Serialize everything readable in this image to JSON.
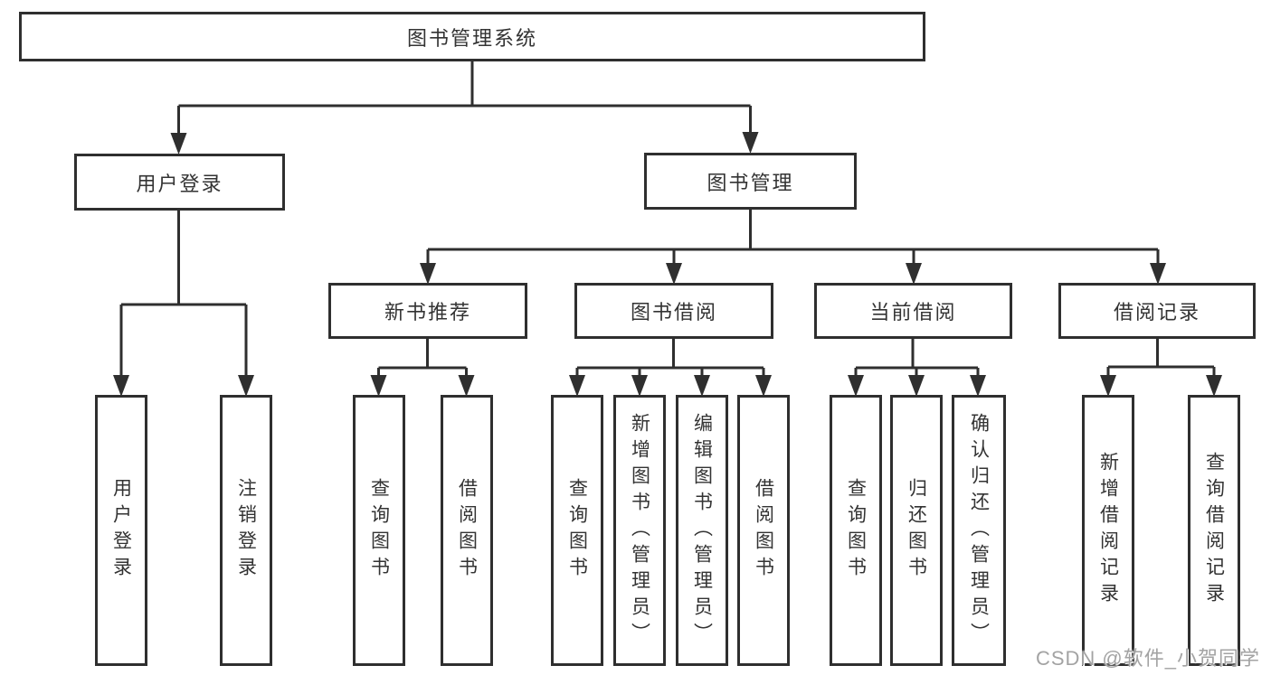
{
  "tree": {
    "root": {
      "label": "图书管理系统"
    },
    "branches": [
      {
        "label": "用户登录",
        "children": [
          {
            "label": "用户登录"
          },
          {
            "label": "注销登录"
          }
        ]
      },
      {
        "label": "图书管理",
        "groups": [
          {
            "label": "新书推荐",
            "children": [
              {
                "label": "查询图书"
              },
              {
                "label": "借阅图书"
              }
            ]
          },
          {
            "label": "图书借阅",
            "children": [
              {
                "label": "查询图书"
              },
              {
                "label": "新增图书（管理员）"
              },
              {
                "label": "编辑图书（管理员）"
              },
              {
                "label": "借阅图书"
              }
            ]
          },
          {
            "label": "当前借阅",
            "children": [
              {
                "label": "查询图书"
              },
              {
                "label": "归还图书"
              },
              {
                "label": "确认归还（管理员）"
              }
            ]
          },
          {
            "label": "借阅记录",
            "children": [
              {
                "label": "新增借阅记录"
              },
              {
                "label": "查询借阅记录"
              }
            ]
          }
        ]
      }
    ]
  },
  "watermark": {
    "text": "CSDN @软件_小贺同学"
  },
  "colors": {
    "line": "#2f2f2f",
    "text": "#333333",
    "watermark": "#a3a3a3",
    "background": "#ffffff"
  }
}
